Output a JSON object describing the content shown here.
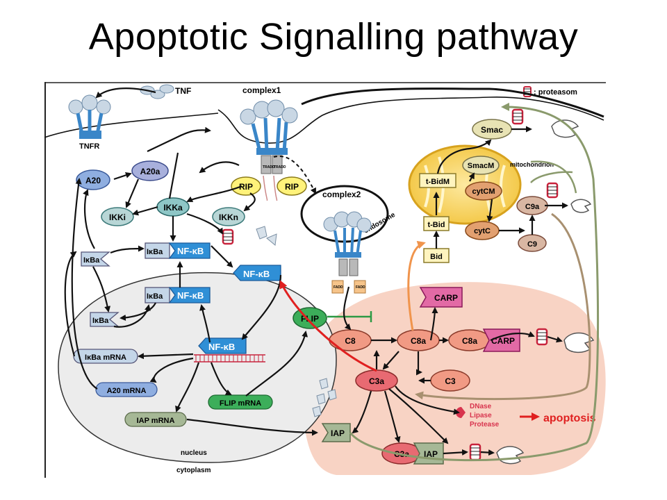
{
  "slide": {
    "title": "Apoptotic Signalling pathway"
  },
  "labels": {
    "tnf": "TNF",
    "tnfr": "TNFR",
    "complex1": "complex1",
    "complex2": "complex2",
    "endosome": "endosome",
    "proteasom_legend": ": proteasom",
    "mitochondrion": "mitochondrion",
    "nucleus": "nucleus",
    "cytoplasm": "cytoplasm",
    "tradd": "TRADD",
    "fadd": "FADD",
    "apoptosis": "apoptosis"
  },
  "nodes": {
    "a20": "A20",
    "a20a": "A20a",
    "ikki": "IKKi",
    "ikka": "IKKa",
    "ikkn": "IKKn",
    "rip1": "RIP",
    "rip2": "RIP",
    "ikba_free": "IκBa",
    "ikba_bound": "IκBa",
    "nfkb_bound": "NF-κB",
    "nfkb_free": "NF-κB",
    "ikba_nuc_bound": "IκBa",
    "nfkb_nuc_bound": "NF-κB",
    "ikba_nuc": "IκBa",
    "nfkb_nuc": "NF-κB",
    "ikba_mrna": "IκBa mRNA",
    "a20_mrna": "A20 mRNA",
    "flip_mrna": "FLIP mRNA",
    "iap_mrna": "IAP mRNA",
    "flip": "FLIP",
    "smac": "Smac",
    "smacm": "SmacM",
    "tbidm": "t-BidM",
    "cytcm": "cytCM",
    "tbid": "t-Bid",
    "bid": "Bid",
    "cytc": "cytC",
    "c9a": "C9a",
    "c9": "C9",
    "carp": "CARP",
    "c8": "C8",
    "c8a": "C8a",
    "c8a_carp_c8a": "C8a",
    "c8a_carp_carp": "CARP",
    "c3a": "C3a",
    "c3": "C3",
    "iap": "IAP",
    "c3a_iap_c3a": "C3a",
    "c3a_iap_iap": "IAP",
    "enzymes": [
      "DNase",
      "Lipase",
      "Protease"
    ]
  },
  "colors": {
    "apoptosis_region": "#f8d3c4",
    "nucleus_region": "#ececec",
    "receptor_blue": "#3a86c8",
    "caspase_fill": "#f19a84",
    "nfkb_blue": "#2f8fd6",
    "flip_green": "#3cae5a",
    "carp_magenta": "#d5348b",
    "mito_yellow": "#f4cf4c",
    "proteasome_red": "#c8233c",
    "apoptosis_red": "#e02020"
  }
}
